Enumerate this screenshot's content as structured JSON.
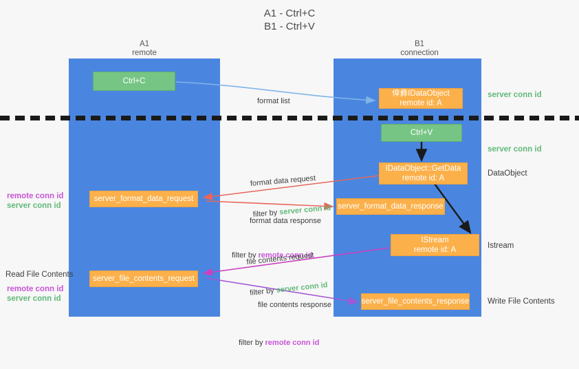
{
  "title": "A1 - Ctrl+C\nB1 - Ctrl+V",
  "columns": {
    "left": {
      "name": "A1",
      "role": "remote",
      "label": "A1\nremote"
    },
    "right": {
      "name": "B1",
      "role": "connection",
      "label": "B1\nconnection"
    }
  },
  "nodes": {
    "ctrl_c": {
      "line1": "Ctrl+C",
      "color": "#77c585"
    },
    "idataobject": {
      "line1": "倖彞IDataObject",
      "line2": "remote id: A",
      "color": "#fbb04a"
    },
    "ctrl_v": {
      "line1": "Ctrl+V",
      "color": "#77c585"
    },
    "getdata": {
      "line1": "IDataObject::GetData",
      "line2": "remote id: A",
      "color": "#fbb04a"
    },
    "server_format_data_request": {
      "line1": "server_format_data_request",
      "color": "#fbb04a"
    },
    "server_format_data_response": {
      "line1": "server_format_data_response",
      "color": "#fbb04a"
    },
    "istream": {
      "line1": "IStream",
      "line2": "remote id: A",
      "color": "#fbb04a"
    },
    "server_file_contents_request": {
      "line1": "server_file_contents_request",
      "color": "#fbb04a"
    },
    "server_file_contents_response": {
      "line1": "server_file_contents_response",
      "color": "#fbb04a"
    }
  },
  "edges": {
    "format_list": {
      "label": "format list"
    },
    "format_data_request": {
      "label": "format data request",
      "filter_prefix": "filter by ",
      "filter_key": "server conn id"
    },
    "format_data_response": {
      "label": "format data response",
      "filter_prefix": "filter by ",
      "filter_key": "remote conn id"
    },
    "file_contents_request": {
      "label": "file contents request",
      "filter_prefix": "filter by ",
      "filter_key": "server conn id"
    },
    "file_contents_response": {
      "label": "file contents response",
      "filter_prefix": "filter by ",
      "filter_key": "remote conn id"
    }
  },
  "annotations": {
    "right_server_conn_id_top": "server conn id",
    "right_server_conn_id_mid": "server conn id",
    "right_dataobject": "DataObject",
    "right_istream": "Istream",
    "right_write_file_contents": "Write File Contents",
    "left_read_file_contents": "Read File Contents",
    "left_remote_conn_id_1": "remote conn id",
    "left_server_conn_id_1": "server conn id",
    "left_remote_conn_id_2": "remote conn id",
    "left_server_conn_id_2": "server conn id"
  },
  "colors": {
    "lane": "#4a86e0",
    "green_node": "#77c585",
    "orange_node": "#fbb04a",
    "server_conn_id": "#62b97a",
    "remote_conn_id": "#c855d6",
    "arrow_blue": "#7fb5e8",
    "arrow_red": "#e8665a",
    "arrow_magenta": "#cc3fc0",
    "arrow_purple": "#a356d6",
    "arrow_black": "#1a1a1a",
    "background": "#f7f7f7"
  }
}
